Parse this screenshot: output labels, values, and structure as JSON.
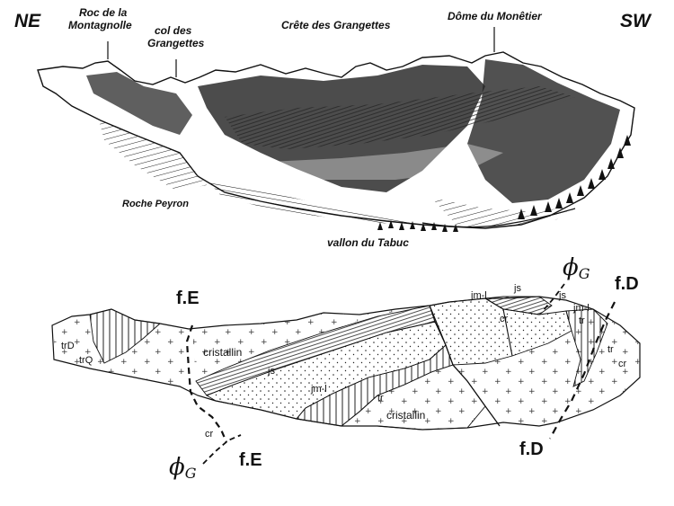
{
  "orientation": {
    "left": "NE",
    "right": "SW"
  },
  "panorama": {
    "peak_roc": "Roc de la\nMontagnolle",
    "col": "col des\nGrangettes",
    "crete": "Crête des Grangettes",
    "dome": "Dôme du Monêtier",
    "roche": "Roche Peyron",
    "vallon": "vallon du Tabuc"
  },
  "section": {
    "fault_e_top": "f.E",
    "fault_e_bottom": "f.E",
    "fault_d_top": "f.D",
    "fault_d_bottom": "f.D",
    "phi_top": "ϕ",
    "phi_top_sub": "G",
    "phi_bottom": "ϕ",
    "phi_bottom_sub": "G",
    "units": {
      "trD": "trD",
      "trQ": "trQ",
      "cristallin_left": "cristallin",
      "js_main": "js",
      "jml_main": "jm-l",
      "tr_main": "tr",
      "cristallin_center": "cristallin",
      "cr_bottom": "cr",
      "jml_top": "jm-l",
      "js_top": "js",
      "js_right": "js",
      "jml_right": "jm-l",
      "cr_top": "cr",
      "tr_top": "tr",
      "tr_right": "tr",
      "cr_right": "cr"
    }
  }
}
